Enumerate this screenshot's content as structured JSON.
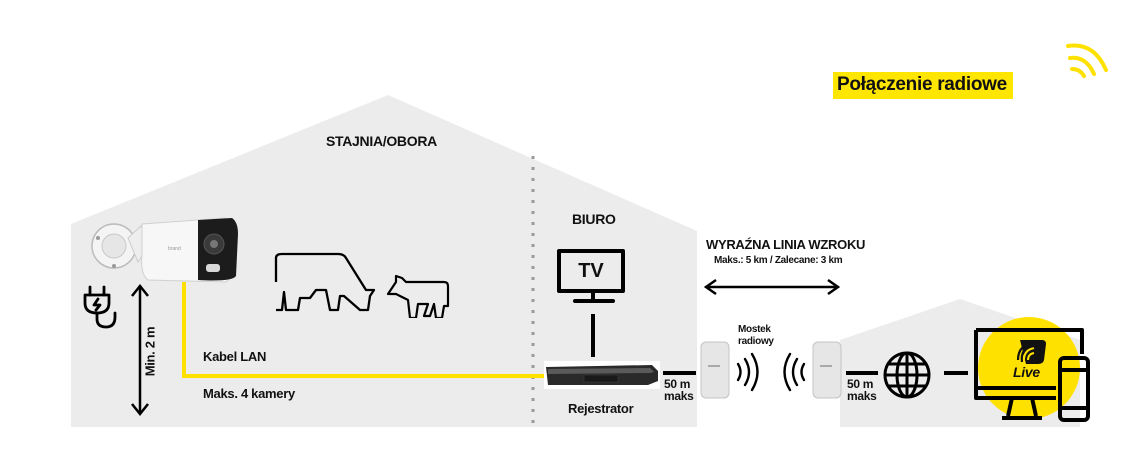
{
  "header": {
    "title": "Połączenie radiowe",
    "title_highlight_color": "#ffe600",
    "icon": "wifi-signal-icon"
  },
  "buildings": {
    "barn": {
      "label": "STAJNIA/OBORA"
    },
    "office": {
      "label": "BIURO"
    }
  },
  "camera": {
    "icon": "bullet-camera-icon",
    "power_icon": "power-plug-icon",
    "height_label": "Min. 2 m"
  },
  "cable": {
    "label": "Kabel LAN",
    "max_label": "Maks. 4 kamery",
    "color": "#ffe100"
  },
  "animals": {
    "icons": [
      "cow-icon",
      "calf-icon"
    ]
  },
  "tv": {
    "label": "TV"
  },
  "recorder": {
    "label": "Rejestrator"
  },
  "distance_left": {
    "value": "50 m",
    "suffix": "maks"
  },
  "distance_right": {
    "value": "50 m",
    "suffix": "maks"
  },
  "line_of_sight": {
    "title": "WYRAŹNA LINIA WZROKU",
    "subtitle": "Maks.: 5 km / Zalecane: 3 km"
  },
  "bridge": {
    "label_line1": "Mostek",
    "label_line2": "radiowy"
  },
  "internet": {
    "icon": "globe-icon"
  },
  "live": {
    "label": "Live",
    "circle_color": "#ffe100"
  },
  "colors": {
    "building_fill": "#ececec",
    "divider": "#9a9a9a"
  }
}
